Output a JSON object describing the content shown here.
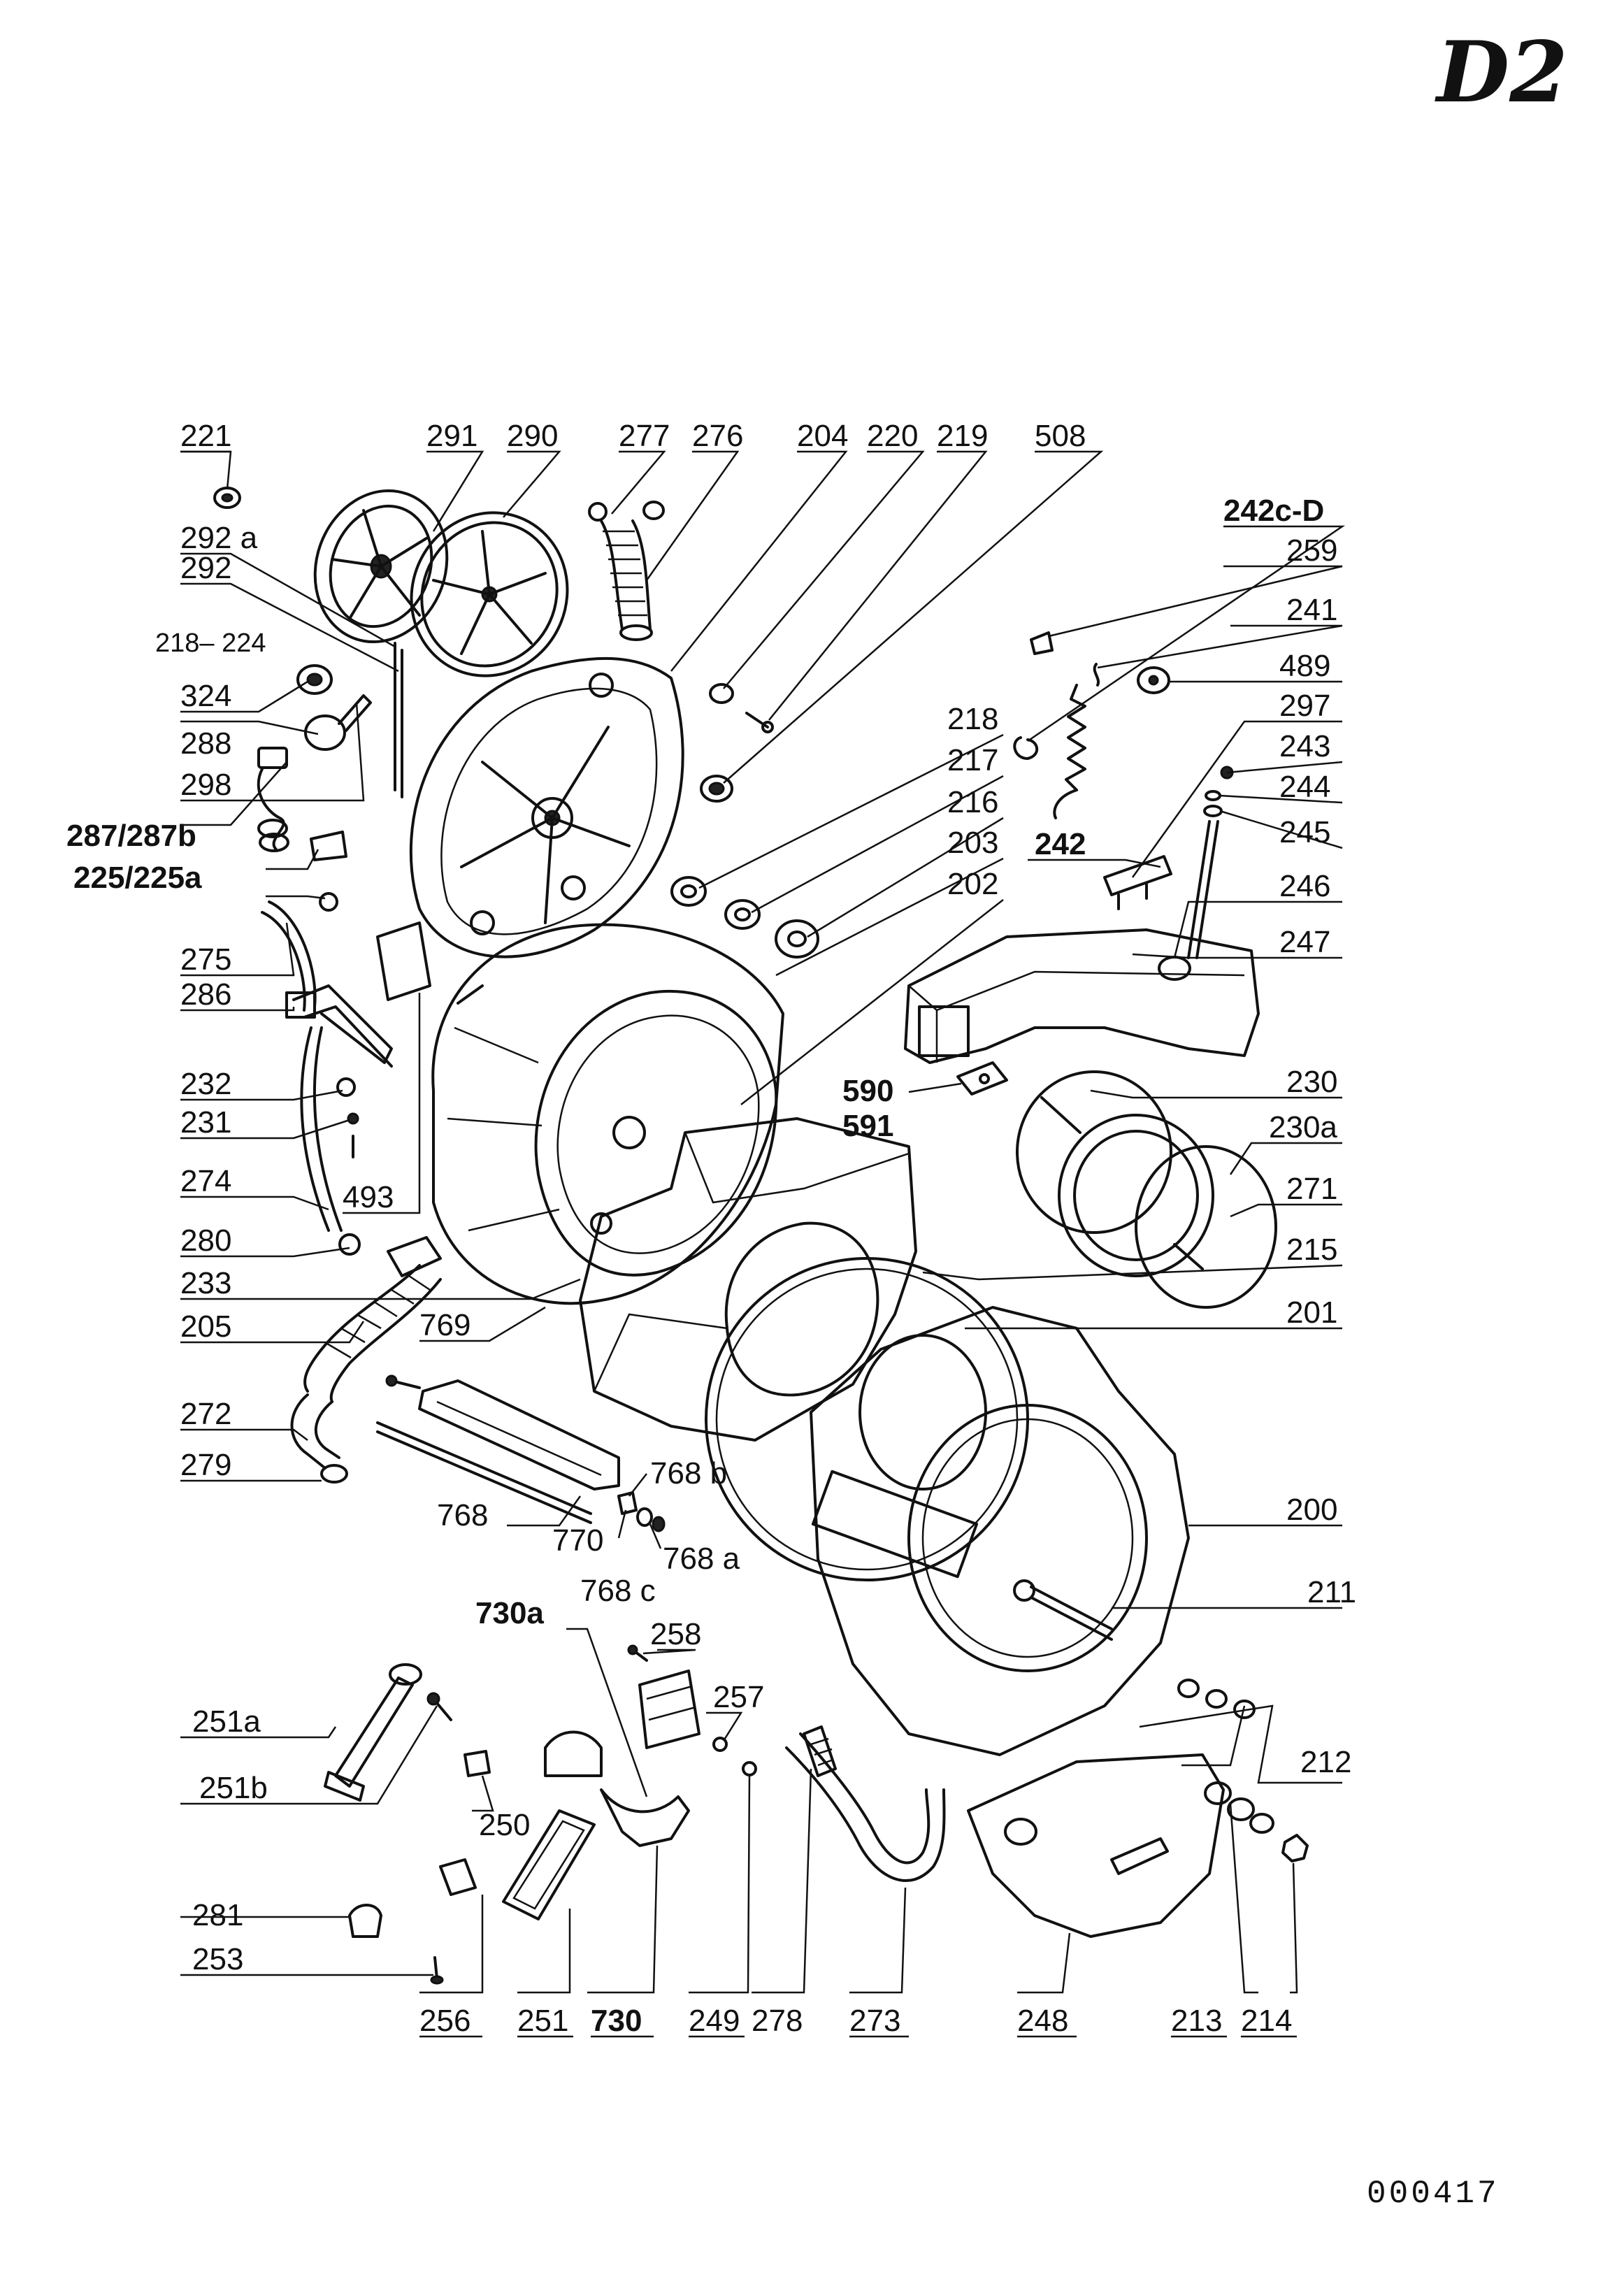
{
  "page_tag": "D2",
  "document_code": "000417",
  "callouts": {
    "c221": "221",
    "c291": "291",
    "c290": "290",
    "c277": "277",
    "c276": "276",
    "c204": "204",
    "c220": "220",
    "c219": "219",
    "c508": "508",
    "c242cd": "242c-D",
    "c259": "259",
    "c241": "241",
    "c489": "489",
    "c292a": "292 a",
    "c292": "292",
    "c218_224": "218– 224",
    "c324": "324",
    "c288": "288",
    "c298": "298",
    "c287": "287/287b",
    "c225": "225/225a",
    "c218": "218",
    "c217": "217",
    "c216": "216",
    "c203": "203",
    "c242": "242",
    "c202": "202",
    "c297": "297",
    "c243": "243",
    "c244": "244",
    "c245": "245",
    "c246": "246",
    "c247": "247",
    "c275": "275",
    "c286": "286",
    "c232": "232",
    "c231": "231",
    "c274": "274",
    "c493": "493",
    "c280": "280",
    "c233": "233",
    "c205": "205",
    "c769": "769",
    "c272": "272",
    "c279": "279",
    "c768": "768",
    "c770": "770",
    "c768b": "768 b",
    "c768a": "768 a",
    "c768c": "768 c",
    "c590": "590",
    "c591": "591",
    "c230": "230",
    "c230a": "230a",
    "c271": "271",
    "c215": "215",
    "c201": "201",
    "c200": "200",
    "c211": "211",
    "c730a": "730a",
    "c258": "258",
    "c257": "257",
    "c251a": "251a",
    "c251b": "251b",
    "c250": "250",
    "c212": "212",
    "c281": "281",
    "c253": "253",
    "c256": "256",
    "c251": "251",
    "c730": "730",
    "c249": "249",
    "c278": "278",
    "c273": "273",
    "c248": "248",
    "c213": "213",
    "c214": "214"
  }
}
